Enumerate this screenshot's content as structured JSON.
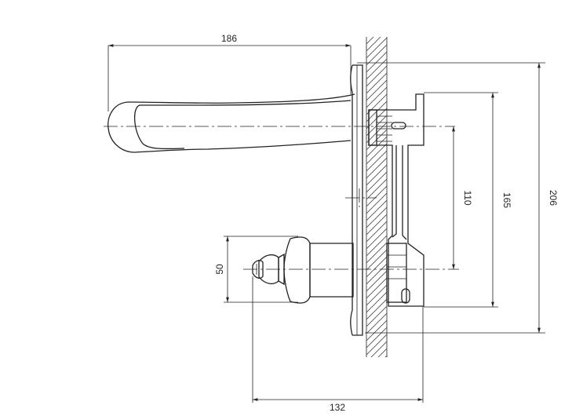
{
  "dimensions": {
    "spout_length": "186",
    "spout_to_handle_center": "110",
    "bracket_to_handle_center": "165",
    "total_height": "206",
    "handle_diameter": "50",
    "handle_projection": "132"
  }
}
